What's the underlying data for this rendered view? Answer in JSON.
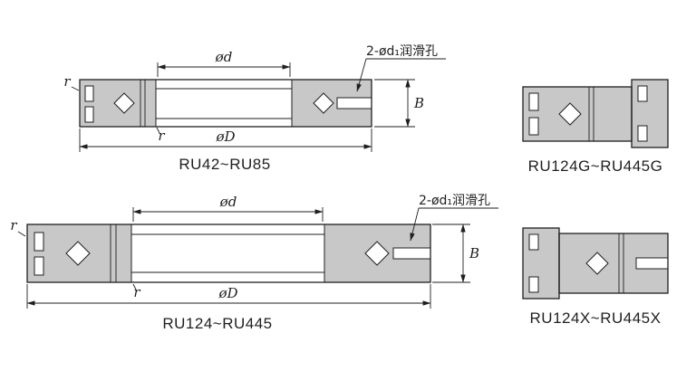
{
  "colors": {
    "background": "#ffffff",
    "ring_fill": "#c8c8c8",
    "line": "#1f1f1f",
    "white": "#ffffff"
  },
  "diagrams": {
    "ru42": {
      "title": "RU42~RU85",
      "labels": {
        "inner_dia": "ød",
        "outer_dia": "øD",
        "width": "B",
        "radius_top": "r",
        "radius_inner": "r",
        "lube_holes": "2-ød₁润滑孔"
      }
    },
    "ru124g": {
      "title": "RU124G~RU445G"
    },
    "ru124": {
      "title": "RU124~RU445",
      "labels": {
        "inner_dia": "ød",
        "outer_dia": "øD",
        "width": "B",
        "radius_top": "r",
        "radius_inner": "r",
        "lube_holes": "2-ød₁润滑孔"
      }
    },
    "ru124x": {
      "title": "RU124X~RU445X"
    }
  }
}
